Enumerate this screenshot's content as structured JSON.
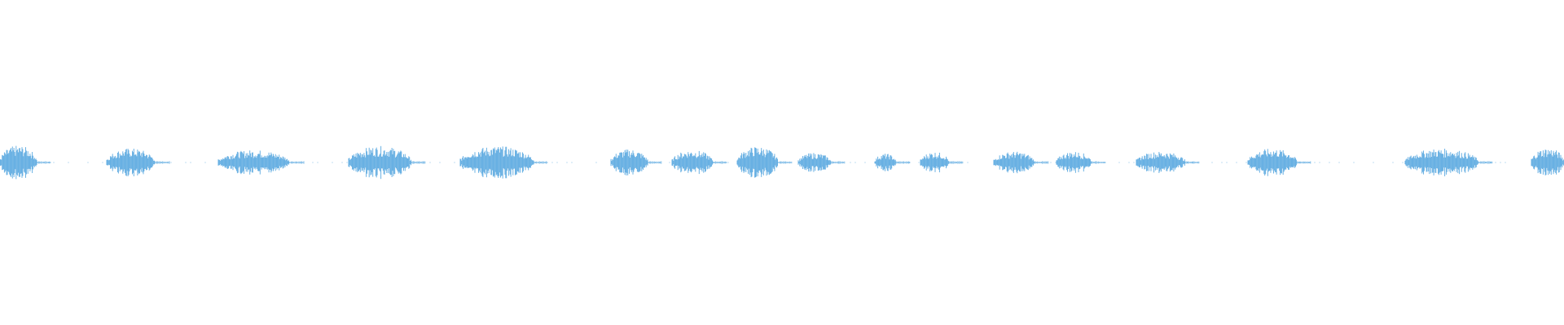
{
  "waveform": {
    "color": "#5aa8e0",
    "segments": [
      {
        "start": 0,
        "end": 45,
        "amp": 0.95
      },
      {
        "start": 131,
        "end": 190,
        "amp": 0.8
      },
      {
        "start": 268,
        "end": 355,
        "amp": 0.7
      },
      {
        "start": 428,
        "end": 505,
        "amp": 0.92
      },
      {
        "start": 565,
        "end": 655,
        "amp": 0.92
      },
      {
        "start": 750,
        "end": 795,
        "amp": 0.75
      },
      {
        "start": 825,
        "end": 875,
        "amp": 0.7
      },
      {
        "start": 905,
        "end": 955,
        "amp": 0.9
      },
      {
        "start": 980,
        "end": 1020,
        "amp": 0.55
      },
      {
        "start": 1074,
        "end": 1100,
        "amp": 0.5
      },
      {
        "start": 1130,
        "end": 1165,
        "amp": 0.6
      },
      {
        "start": 1220,
        "end": 1270,
        "amp": 0.62
      },
      {
        "start": 1297,
        "end": 1340,
        "amp": 0.62
      },
      {
        "start": 1395,
        "end": 1455,
        "amp": 0.62
      },
      {
        "start": 1532,
        "end": 1592,
        "amp": 0.78
      },
      {
        "start": 1725,
        "end": 1815,
        "amp": 0.78
      },
      {
        "start": 1880,
        "end": 1920,
        "amp": 0.82
      }
    ]
  }
}
